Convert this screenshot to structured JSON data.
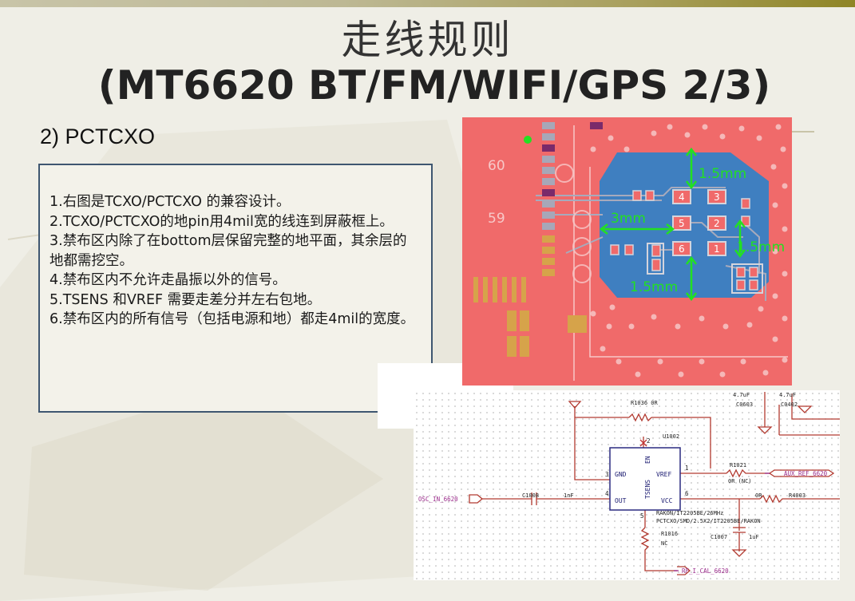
{
  "slide": {
    "title_cn": "走线规则",
    "title_en": "(MT6620 BT/FM/WIFI/GPS 2/3)",
    "subtitle": "2) PCTCXO"
  },
  "rules": [
    "1.右图是TCXO/PCTCXO 的兼容设计。",
    "2.TCXO/PCTCXO的地pin用4mil宽的线连到屏蔽框上。",
    "3.禁布区内除了在bottom层保留完整的地平面，其余层的地都需挖空。",
    "4.禁布区内不允许走晶振以外的信号。",
    "5.TSENS 和VREF  需要走差分并左右包地。",
    "6.禁布区内的所有信号（包括电源和地）都走4mil的宽度。"
  ],
  "pcb": {
    "dim_top": "1.5mm",
    "dim_left": "3mm",
    "dim_right": "1.5mm",
    "dim_bottom": "1.5mm",
    "pad_labels": [
      "4",
      "3",
      "5",
      "2",
      "6",
      "1"
    ],
    "silk_60": "60",
    "silk_59": "59",
    "colors": {
      "copper": "#f06a6a",
      "keepout": "#3f7fc0",
      "dimension": "#22e022"
    }
  },
  "schematic": {
    "r1036": "R1036  0R",
    "u1002": "U1002",
    "pins": {
      "gnd": "GND",
      "en": "EN",
      "vref": "VREF",
      "out": "OUT",
      "tsens": "TSENS",
      "vcc": "VCC"
    },
    "pin_nums": {
      "p1": "1",
      "p2": "2",
      "p3": "3",
      "p4": "4",
      "p5": "5",
      "p6": "6"
    },
    "r1021": "R1021",
    "r1021_val": "0R (NC)",
    "aux_ref": "AUX_REF_6620",
    "osc_in": "OSC_IN_6620",
    "c1008": "C1008",
    "c1008_val": "1nF",
    "r_0r": "0R",
    "r4003": "R4003",
    "part_line1": "RAKON/IT2205BE/26MHz",
    "part_line2": "PCTCXO/SMD/2.5X2/IT2205BE/RAKON",
    "r1016": "R1016",
    "r1016_val": "NC",
    "c1007": "C1007",
    "c1007_val": "1uF",
    "rf_cal": "RF_I_CAL_6620",
    "c0603_val": "4.7uF",
    "c0603": "C0603",
    "c0402_val": "4.7uF",
    "c0402": "C0402"
  }
}
